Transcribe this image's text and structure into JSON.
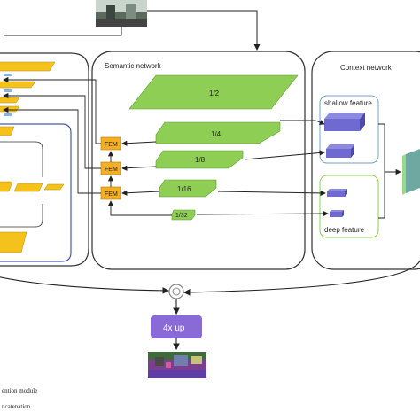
{
  "semantic_network": {
    "title": "Semantic network",
    "scales": [
      "1/2",
      "1/4",
      "1/8",
      "1/16",
      "1/32"
    ],
    "fem_label": "FEM"
  },
  "context_network": {
    "title": "Context network",
    "shallow_label": "shallow feature",
    "deep_label": "deep feature"
  },
  "upsample": {
    "label": "4x up"
  },
  "legend": {
    "items": [
      "ention module",
      "ncatenation"
    ]
  },
  "colors": {
    "green_layer": "#8fce55",
    "yellow_layer": "#f5c21b",
    "fem_fill": "#f5b021",
    "purple_feature": "#6e6ad2",
    "up_block": "#8a6ad6",
    "panel_border": "#333333",
    "blue_panel": "#4a5aa8"
  }
}
